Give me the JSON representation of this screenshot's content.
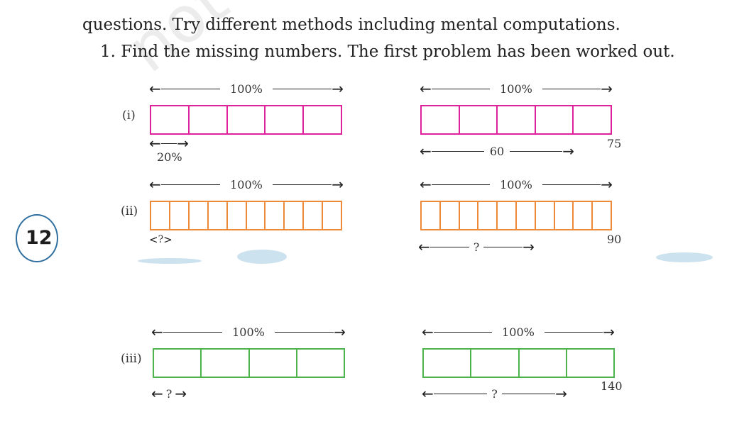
{
  "text": {
    "intro": "questions. Try different methods including mental computations.",
    "question_1": "1.  Find the missing numbers. The first problem has been worked out."
  },
  "watermark": "not",
  "page_number": "12",
  "colors": {
    "pink": "#e0219c",
    "orange": "#ec8a3a",
    "green": "#4db34d",
    "badge": "#2f6fa0"
  },
  "problems": [
    {
      "label": "(i)",
      "left": {
        "top": "100%",
        "cells": 5,
        "bottom": "20%"
      },
      "right": {
        "top": "100%",
        "cells": 5,
        "bottom": "60",
        "value": "75"
      }
    },
    {
      "label": "(ii)",
      "left": {
        "top": "100%",
        "cells": 10,
        "bottom": "?"
      },
      "right": {
        "top": "100%",
        "cells": 10,
        "bottom": "?",
        "value": "90"
      }
    },
    {
      "label": "(iii)",
      "left": {
        "top": "100%",
        "cells": 4,
        "bottom": "?"
      },
      "right": {
        "top": "100%",
        "cells": 4,
        "bottom": "?",
        "value": "140"
      }
    }
  ]
}
